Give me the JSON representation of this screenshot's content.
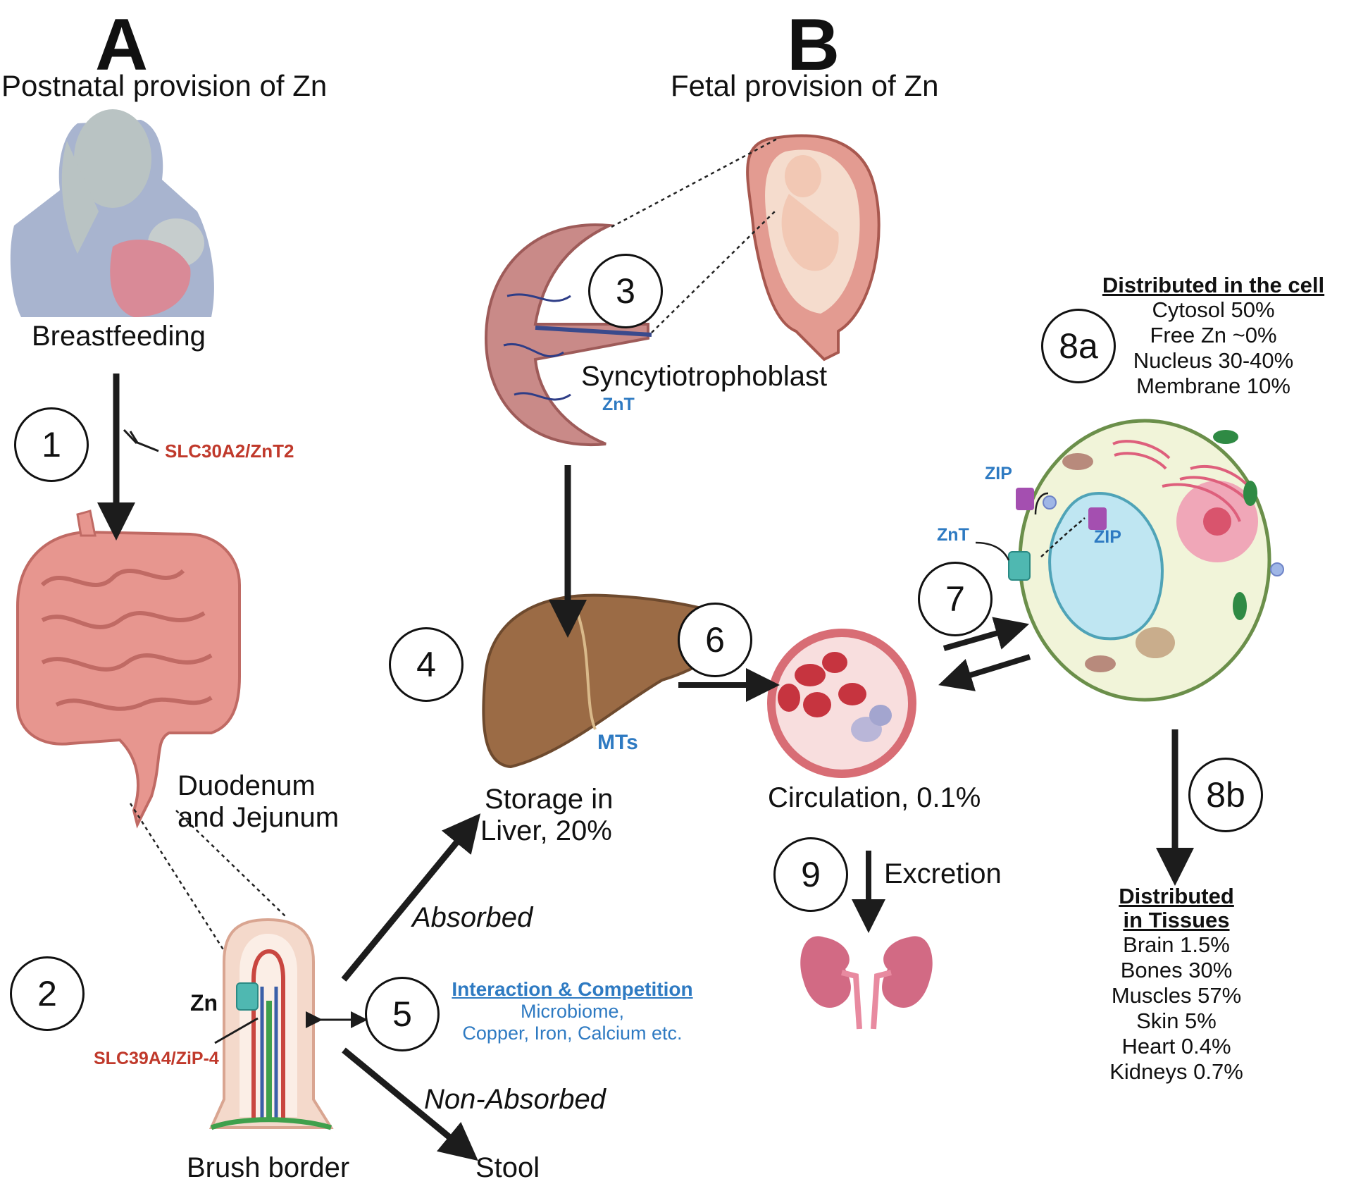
{
  "panels": {
    "a_letter": "A",
    "a_title": "Postnatal provision of Zn",
    "b_letter": "B",
    "b_title": "Fetal provision of Zn"
  },
  "labels": {
    "breastfeeding": "Breastfeeding",
    "duodenum_line1": "Duodenum",
    "duodenum_line2": "and Jejunum",
    "brush_border": "Brush border",
    "zn": "Zn",
    "slc39a4": "SLC39A4/ZiP-4",
    "slc30a2": "SLC30A2/ZnT2",
    "syncytio": "Syncytiotrophoblast",
    "znt_placenta": "ZnT",
    "mts": "MTs",
    "storage_line1": "Storage in",
    "storage_line2": "Liver, 20%",
    "circulation": "Circulation, 0.1%",
    "excretion": "Excretion",
    "absorbed": "Absorbed",
    "non_absorbed": "Non-Absorbed",
    "stool": "Stool",
    "zip_top": "ZIP",
    "zip_inner": "ZIP",
    "znt_cell": "ZnT"
  },
  "steps": [
    "1",
    "2",
    "3",
    "4",
    "5",
    "6",
    "7",
    "8a",
    "8b",
    "9"
  ],
  "interaction": {
    "title": "Interaction & Competition",
    "line1": "Microbiome,",
    "line2": "Copper, Iron, Calcium etc."
  },
  "cell_distribution": {
    "title": "Distributed in the cell",
    "items": [
      "Cytosol 50%",
      "Free Zn ~0%",
      "Nucleus 30-40%",
      "Membrane 10%"
    ]
  },
  "tissue_distribution": {
    "title_line1": "Distributed",
    "title_line2": "in Tissues",
    "items": [
      "Brain 1.5%",
      "Bones 30%",
      "Muscles 57%",
      "Skin 5%",
      "Heart 0.4%",
      "Kidneys 0.7%"
    ]
  },
  "colors": {
    "arrow": "#1c1c1c",
    "red_label": "#c0392b",
    "blue_label": "#2e7ac2",
    "intestine": "#e7968f",
    "liver": "#9b6b45",
    "kidney": "#d26a84",
    "cell_bg": "#f1f4d9",
    "nucleus": "#bfe6f2"
  }
}
